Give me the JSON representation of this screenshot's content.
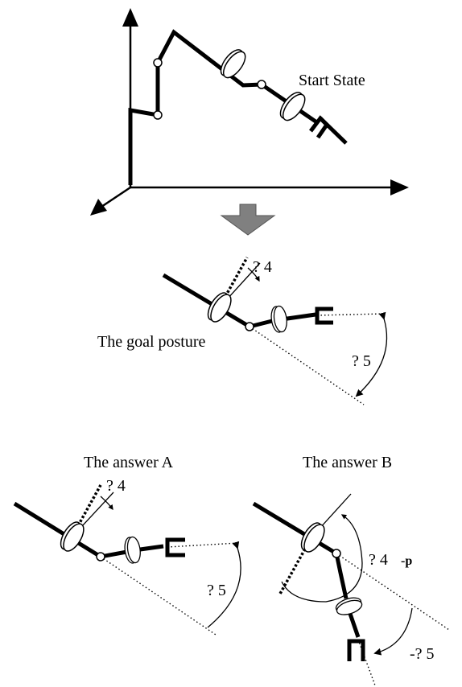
{
  "labels": {
    "start_state": "Start State",
    "goal_posture": "The goal posture",
    "answer_a": "The answer A",
    "answer_b": "The answer B",
    "goal_theta4": "? 4",
    "goal_theta5": "? 5",
    "a_theta4": "? 4",
    "a_theta5": "? 5",
    "b_theta4": "? 4",
    "b_theta4_suffix": "-p",
    "b_theta5": "-? 5"
  },
  "colors": {
    "ink": "#000000",
    "transition_arrow": "#808080"
  }
}
